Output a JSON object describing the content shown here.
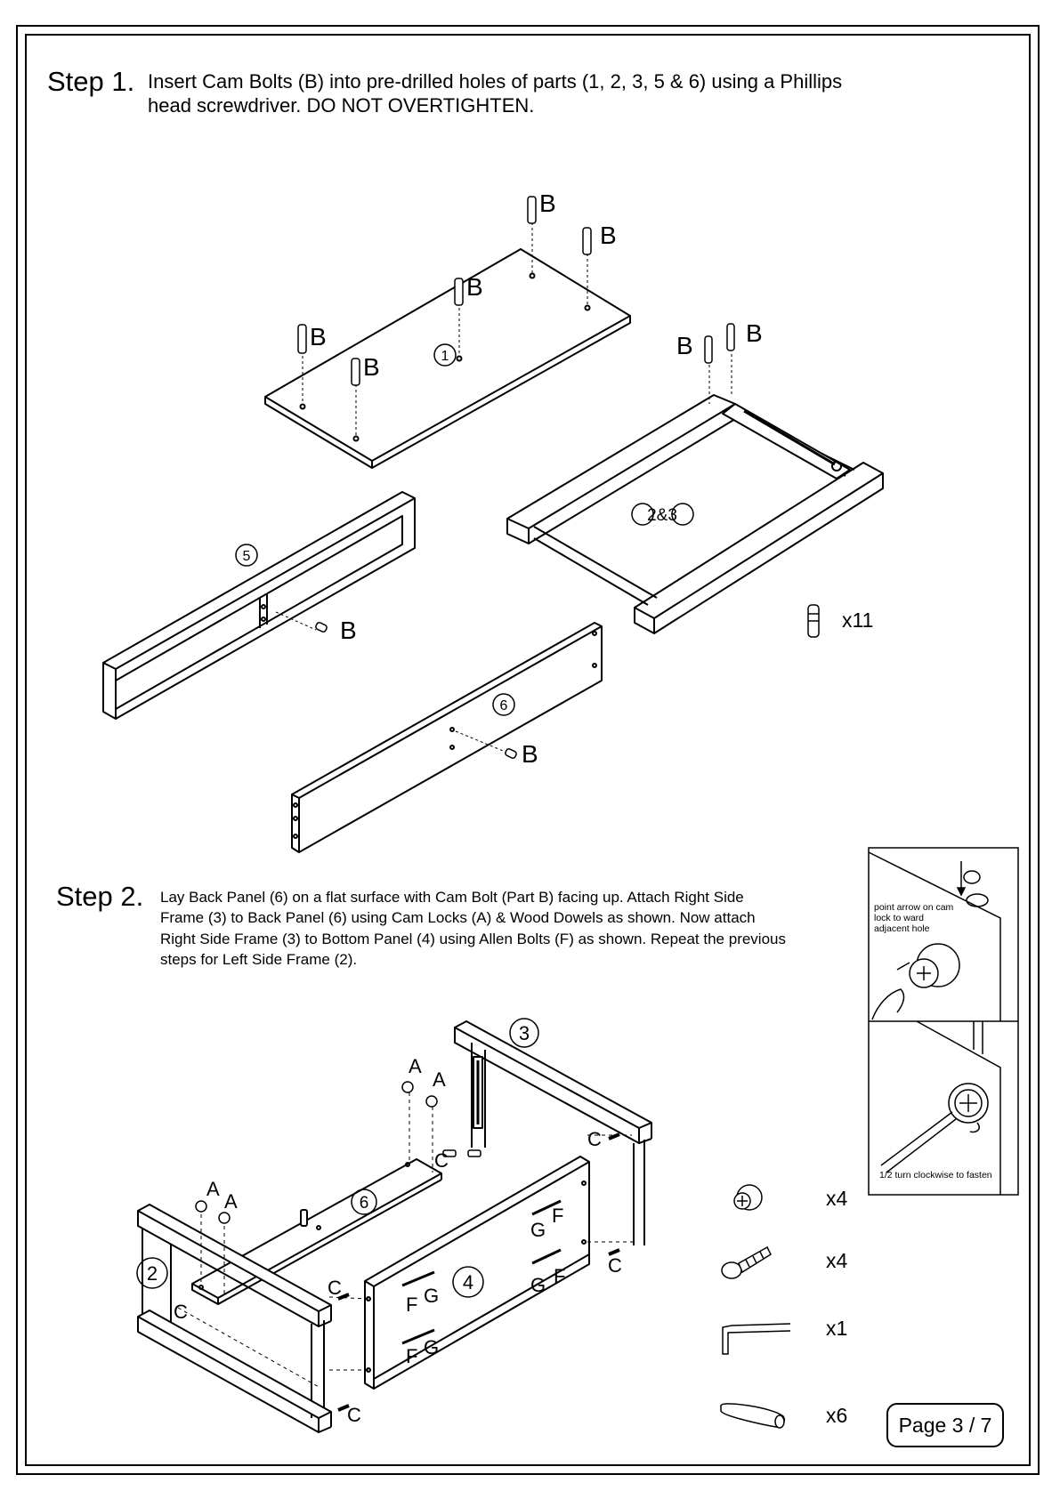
{
  "step1": {
    "label": "Step 1.",
    "text_line1": "Insert Cam Bolts (B) into pre-drilled holes of parts (1, 2, 3, 5 & 6) using a Phillips",
    "text_line2": "head screwdriver.  DO NOT OVERTIGHTEN.",
    "bolt_letter": "B",
    "part_top_panel": "1",
    "part_side_frames": "2&3",
    "part_front_frame": "5",
    "part_back_panel": "6",
    "cam_bolt_qty": "x11"
  },
  "step2": {
    "label": "Step 2.",
    "text_line1": "Lay Back Panel (6) on a flat surface with Cam Bolt (Part B) facing up. Attach Right Side",
    "text_line2": "Frame (3) to Back Panel (6) using Cam Locks (A) & Wood Dowels as shown. Now attach",
    "text_line3": "Right Side Frame (3) to Bottom Panel (4) using Allen Bolts (F) as shown. Repeat the previous",
    "text_line4": "steps for Left Side Frame (2).",
    "letters": {
      "cam_lock": "A",
      "dowel": "C",
      "allen_bolt": "F",
      "g": "G"
    },
    "parts": {
      "left_frame": "2",
      "right_frame": "3",
      "bottom_panel": "4",
      "back_panel": "6"
    },
    "hardware": [
      {
        "icon": "cam-lock-icon",
        "qty": "x4"
      },
      {
        "icon": "allen-bolt-icon",
        "qty": "x4"
      },
      {
        "icon": "allen-key-icon",
        "qty": "x1"
      },
      {
        "icon": "wood-dowel-icon",
        "qty": "x6"
      }
    ],
    "inset": {
      "caption_top_line1": "point arrow on cam",
      "caption_top_line2": "lock to ward",
      "caption_top_line3": "adjacent hole",
      "caption_bottom": "1/2 turn clockwise to fasten"
    }
  },
  "page": {
    "label": "Page 3 / 7"
  }
}
